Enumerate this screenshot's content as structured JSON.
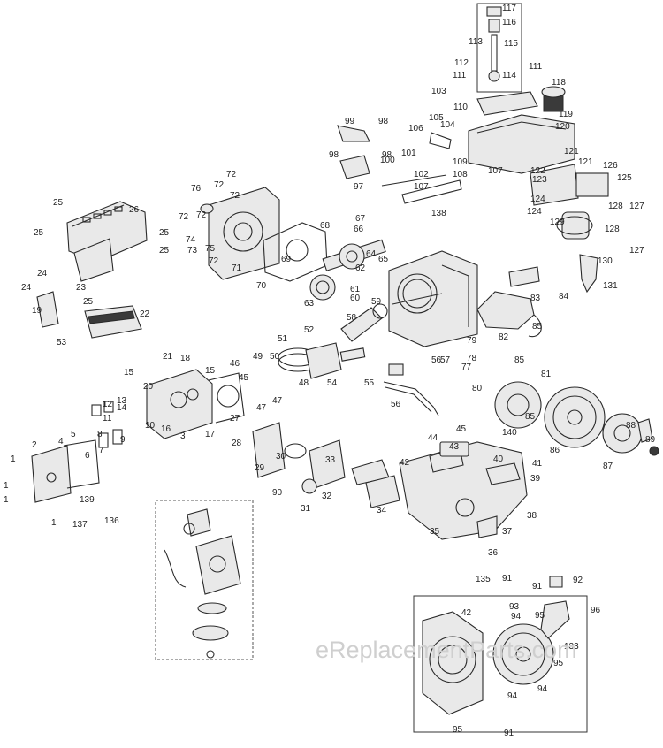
{
  "watermark": "eReplacementParts.com",
  "callouts": [
    "117",
    "116",
    "115",
    "113",
    "112",
    "111",
    "111",
    "114",
    "110",
    "118",
    "119",
    "120",
    "103",
    "105",
    "104",
    "106",
    "99",
    "98",
    "98",
    "98",
    "109",
    "107",
    "121",
    "121",
    "126",
    "100",
    "101",
    "102",
    "108",
    "122",
    "123",
    "125",
    "97",
    "107",
    "138",
    "124",
    "124",
    "128",
    "127",
    "129",
    "128",
    "127",
    "130",
    "131",
    "72",
    "72",
    "72",
    "76",
    "72",
    "72",
    "74",
    "73",
    "75",
    "72",
    "71",
    "70",
    "69",
    "68",
    "67",
    "66",
    "64",
    "65",
    "62",
    "61",
    "60",
    "59",
    "58",
    "63",
    "84",
    "83",
    "82",
    "85",
    "85",
    "25",
    "26",
    "25",
    "25",
    "25",
    "24",
    "24",
    "23",
    "25",
    "19",
    "22",
    "53",
    "52",
    "51",
    "50",
    "49",
    "46",
    "15",
    "18",
    "21",
    "15",
    "20",
    "16",
    "12",
    "13",
    "14",
    "11",
    "10",
    "9",
    "8",
    "7",
    "6",
    "5",
    "4",
    "2",
    "1",
    "1",
    "1",
    "1",
    "139",
    "136",
    "137",
    "3",
    "17",
    "27",
    "28",
    "29",
    "30",
    "31",
    "32",
    "33",
    "34",
    "35",
    "36",
    "37",
    "38",
    "39",
    "40",
    "41",
    "42",
    "43",
    "44",
    "45",
    "45",
    "47",
    "47",
    "48",
    "54",
    "55",
    "56",
    "56",
    "57",
    "77",
    "78",
    "79",
    "80",
    "81",
    "140",
    "85",
    "86",
    "87",
    "88",
    "89",
    "90",
    "135",
    "91",
    "91",
    "92",
    "42",
    "93",
    "94",
    "95",
    "96",
    "133",
    "95",
    "94",
    "94",
    "95",
    "91",
    "91"
  ]
}
